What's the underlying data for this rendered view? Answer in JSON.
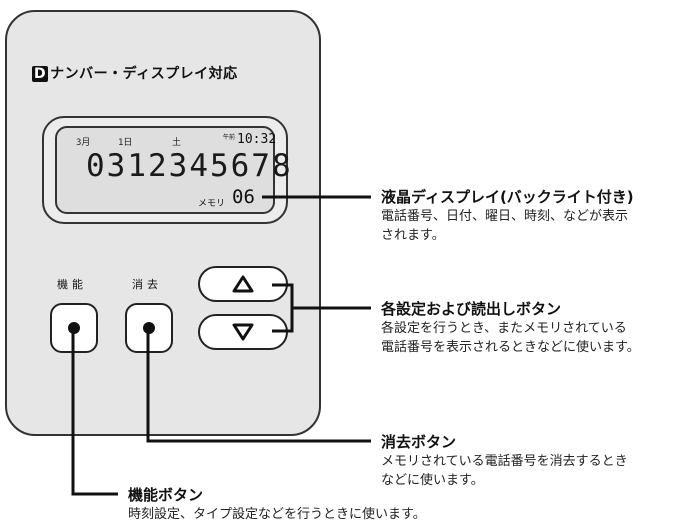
{
  "device": {
    "brand_mark": "D",
    "brand_text": "ナンバー・ディスプレイ対応"
  },
  "lcd": {
    "month": "3月",
    "day": "1日",
    "weekday": "土",
    "am_mark": "午前",
    "time": "10:32",
    "number": "0312345678",
    "memory_label": "メモリ",
    "memory_value": "06"
  },
  "buttons": {
    "function_label": "機能",
    "erase_label": "消去",
    "up_icon": "triangle-up",
    "down_icon": "triangle-down"
  },
  "annotations": {
    "lcd_title": "液晶ディスプレイ(バックライト付き)",
    "lcd_desc_1": "電話番号、日付、曜日、時刻、などが表示",
    "lcd_desc_2": "されます。",
    "arrows_title": "各設定および読出しボタン",
    "arrows_desc_1": "各設定を行うとき、またメモリされている",
    "arrows_desc_2": "電話番号を表示されるときなどに使います。",
    "erase_title": "消去ボタン",
    "erase_desc_1": "メモリされている電話番号を消去するとき",
    "erase_desc_2": "などに使います。",
    "function_title": "機能ボタン",
    "function_desc": "時刻設定、タイプ設定などを行うときに使います。"
  }
}
